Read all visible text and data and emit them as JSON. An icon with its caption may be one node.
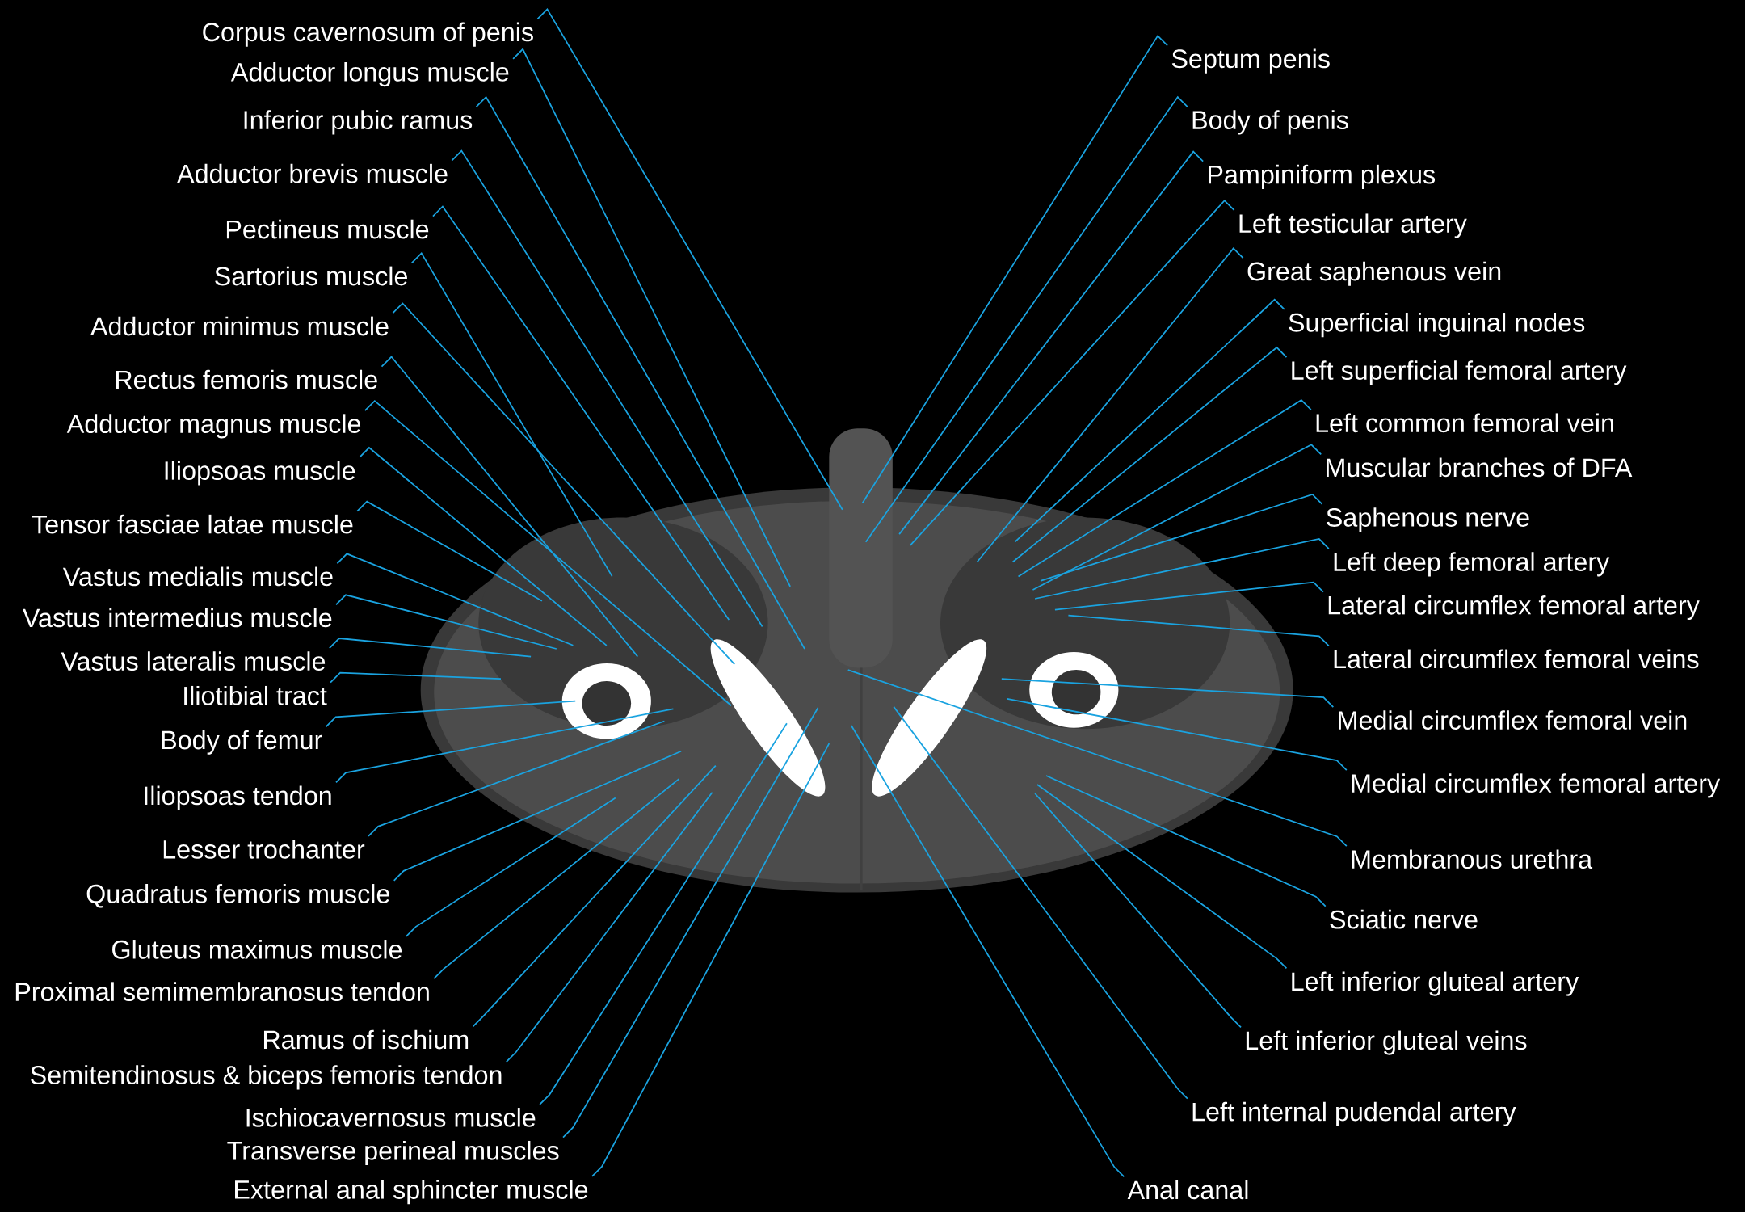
{
  "diagram": {
    "nodes": [
      {
        "text": [
          "Corpus cavernosum of penis"
        ]
      },
      {
        "text": [
          "Adductor longus muscle"
        ]
      },
      {
        "text": [
          "Inferior pubic ramus"
        ]
      },
      {
        "text": [
          "Adductor brevis muscle"
        ]
      },
      {
        "text": [
          "Pectineus muscle"
        ]
      },
      {
        "text": [
          "Sartorius muscle"
        ]
      },
      {
        "text": [
          "Adductor minimus muscle"
        ]
      },
      {
        "text": [
          "Rectus femoris muscle"
        ]
      },
      {
        "text": [
          "Adductor magnus muscle"
        ]
      },
      {
        "text": [
          "Iliopsoas muscle"
        ]
      },
      {
        "text": [
          "Tensor fasciae latae muscle"
        ]
      },
      {
        "text": [
          "Vastus medialis muscle"
        ]
      },
      {
        "text": [
          "Vastus intermedius muscle"
        ]
      },
      {
        "text": [
          "Vastus lateralis muscle"
        ]
      },
      {
        "text": [
          "Iliotibial tract"
        ]
      },
      {
        "text": [
          "Body of femur"
        ]
      },
      {
        "text": [
          "Iliopsoas tendon"
        ]
      },
      {
        "text": [
          "Lesser trochanter"
        ]
      },
      {
        "text": [
          "Quadratus femoris muscle"
        ]
      },
      {
        "text": [
          "Gluteus maximus muscle"
        ]
      },
      {
        "text": [
          "Proximal semimembranosus tendon"
        ]
      },
      {
        "text": [
          "Ramus of ischium"
        ]
      },
      {
        "text": [
          "Semitendinosus & biceps femoris tendon"
        ]
      },
      {
        "text": [
          "Ischiocavernosus muscle"
        ]
      },
      {
        "text": [
          "Transverse perineal muscles"
        ]
      },
      {
        "text": [
          "External anal sphincter muscle"
        ]
      },
      {
        "text": [
          "Septum penis"
        ]
      },
      {
        "text": [
          "Body of penis"
        ]
      },
      {
        "text": [
          "Pampiniform plexus"
        ]
      },
      {
        "text": [
          "Left testicular artery"
        ]
      },
      {
        "text": [
          "Great saphenous vein"
        ]
      },
      {
        "text": [
          "Superficial inguinal nodes"
        ]
      },
      {
        "text": [
          "Left superficial femoral artery"
        ]
      },
      {
        "text": [
          "Left common femoral vein"
        ]
      },
      {
        "text": [
          "Muscular branches of DFA"
        ]
      },
      {
        "text": [
          "Saphenous nerve"
        ]
      },
      {
        "text": [
          "Left deep femoral artery"
        ]
      },
      {
        "text": [
          "Lateral circumflex femoral artery"
        ]
      },
      {
        "text": [
          "Lateral circumflex femoral veins"
        ]
      },
      {
        "text": [
          "Medial circumflex femoral vein"
        ]
      },
      {
        "text": [
          "Medial circumflex femoral artery"
        ]
      },
      {
        "text": [
          "Membranous urethra"
        ]
      },
      {
        "text": [
          "Sciatic nerve"
        ]
      },
      {
        "text": [
          "Left inferior gluteal artery"
        ]
      },
      {
        "text": [
          "Left inferior gluteal veins"
        ]
      },
      {
        "text": [
          "Left internal pudendal artery"
        ]
      },
      {
        "text": [
          "Anal canal"
        ]
      }
    ],
    "edges": [
      {
        "from": 0,
        "to": null,
        "arrow": "none"
      },
      {
        "from": 1,
        "to": null,
        "arrow": "none"
      },
      {
        "from": 2,
        "to": null,
        "arrow": "none"
      },
      {
        "from": 3,
        "to": null,
        "arrow": "none"
      },
      {
        "from": 4,
        "to": null,
        "arrow": "none"
      },
      {
        "from": 5,
        "to": null,
        "arrow": "none"
      },
      {
        "from": 6,
        "to": null,
        "arrow": "none"
      },
      {
        "from": 7,
        "to": null,
        "arrow": "none"
      },
      {
        "from": 8,
        "to": null,
        "arrow": "none"
      },
      {
        "from": 9,
        "to": null,
        "arrow": "none"
      },
      {
        "from": 10,
        "to": null,
        "arrow": "none"
      },
      {
        "from": 11,
        "to": null,
        "arrow": "none"
      },
      {
        "from": 12,
        "to": null,
        "arrow": "none"
      },
      {
        "from": 13,
        "to": null,
        "arrow": "none"
      },
      {
        "from": 14,
        "to": null,
        "arrow": "none"
      },
      {
        "from": 15,
        "to": null,
        "arrow": "none"
      },
      {
        "from": 16,
        "to": null,
        "arrow": "none"
      },
      {
        "from": 17,
        "to": null,
        "arrow": "none"
      },
      {
        "from": 18,
        "to": null,
        "arrow": "none"
      },
      {
        "from": 19,
        "to": null,
        "arrow": "none"
      },
      {
        "from": 20,
        "to": null,
        "arrow": "none"
      },
      {
        "from": 21,
        "to": null,
        "arrow": "none"
      },
      {
        "from": 22,
        "to": null,
        "arrow": "none"
      },
      {
        "from": 23,
        "to": null,
        "arrow": "none"
      },
      {
        "from": 24,
        "to": null,
        "arrow": "none"
      },
      {
        "from": 25,
        "to": null,
        "arrow": "none"
      },
      {
        "from": 26,
        "to": null,
        "arrow": "none"
      },
      {
        "from": 27,
        "to": null,
        "arrow": "none"
      },
      {
        "from": 28,
        "to": null,
        "arrow": "none"
      },
      {
        "from": 29,
        "to": null,
        "arrow": "none"
      },
      {
        "from": 30,
        "to": null,
        "arrow": "none"
      },
      {
        "from": 31,
        "to": null,
        "arrow": "none"
      },
      {
        "from": 32,
        "to": null,
        "arrow": "none"
      },
      {
        "from": 33,
        "to": null,
        "arrow": "none"
      },
      {
        "from": 34,
        "to": null,
        "arrow": "none"
      },
      {
        "from": 35,
        "to": null,
        "arrow": "none"
      },
      {
        "from": 36,
        "to": null,
        "arrow": "none"
      },
      {
        "from": 37,
        "to": null,
        "arrow": "none"
      },
      {
        "from": 38,
        "to": null,
        "arrow": "none"
      },
      {
        "from": 39,
        "to": null,
        "arrow": "none"
      },
      {
        "from": 40,
        "to": null,
        "arrow": "none"
      },
      {
        "from": 41,
        "to": null,
        "arrow": "none"
      },
      {
        "from": 42,
        "to": null,
        "arrow": "none"
      },
      {
        "from": 43,
        "to": null,
        "arrow": "none"
      },
      {
        "from": 44,
        "to": null,
        "arrow": "none"
      },
      {
        "from": 45,
        "to": null,
        "arrow": "none"
      },
      {
        "from": 46,
        "to": null,
        "arrow": "none"
      }
    ]
  }
}
